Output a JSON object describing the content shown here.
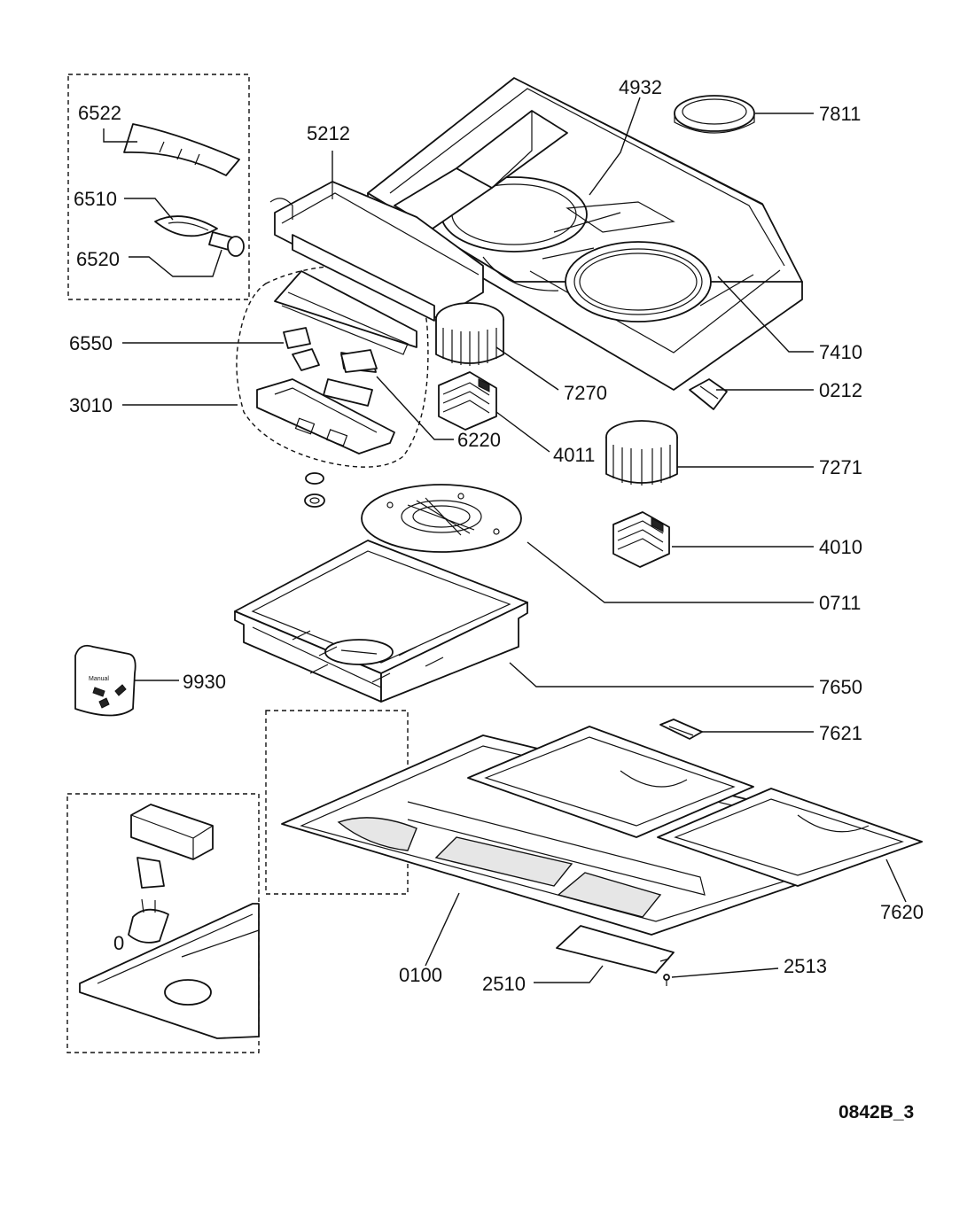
{
  "diagram": {
    "drawing_code": "0842B_3",
    "part_labels": {
      "p6522": "6522",
      "p6510": "6510",
      "p6520": "6520",
      "p5212": "5212",
      "p4932": "4932",
      "p7811": "7811",
      "p6550": "6550",
      "p3010": "3010",
      "p7410": "7410",
      "p7270": "7270",
      "p0212": "0212",
      "p6220": "6220",
      "p4011": "4011",
      "p7271": "7271",
      "p4010": "4010",
      "p0711": "0711",
      "p9930": "9930",
      "p7650": "7650",
      "p7621": "7621",
      "p7620": "7620",
      "p0100": "0100",
      "p2513": "2513",
      "p2510": "2510",
      "p0": "0"
    },
    "bag_text": "Manual"
  }
}
